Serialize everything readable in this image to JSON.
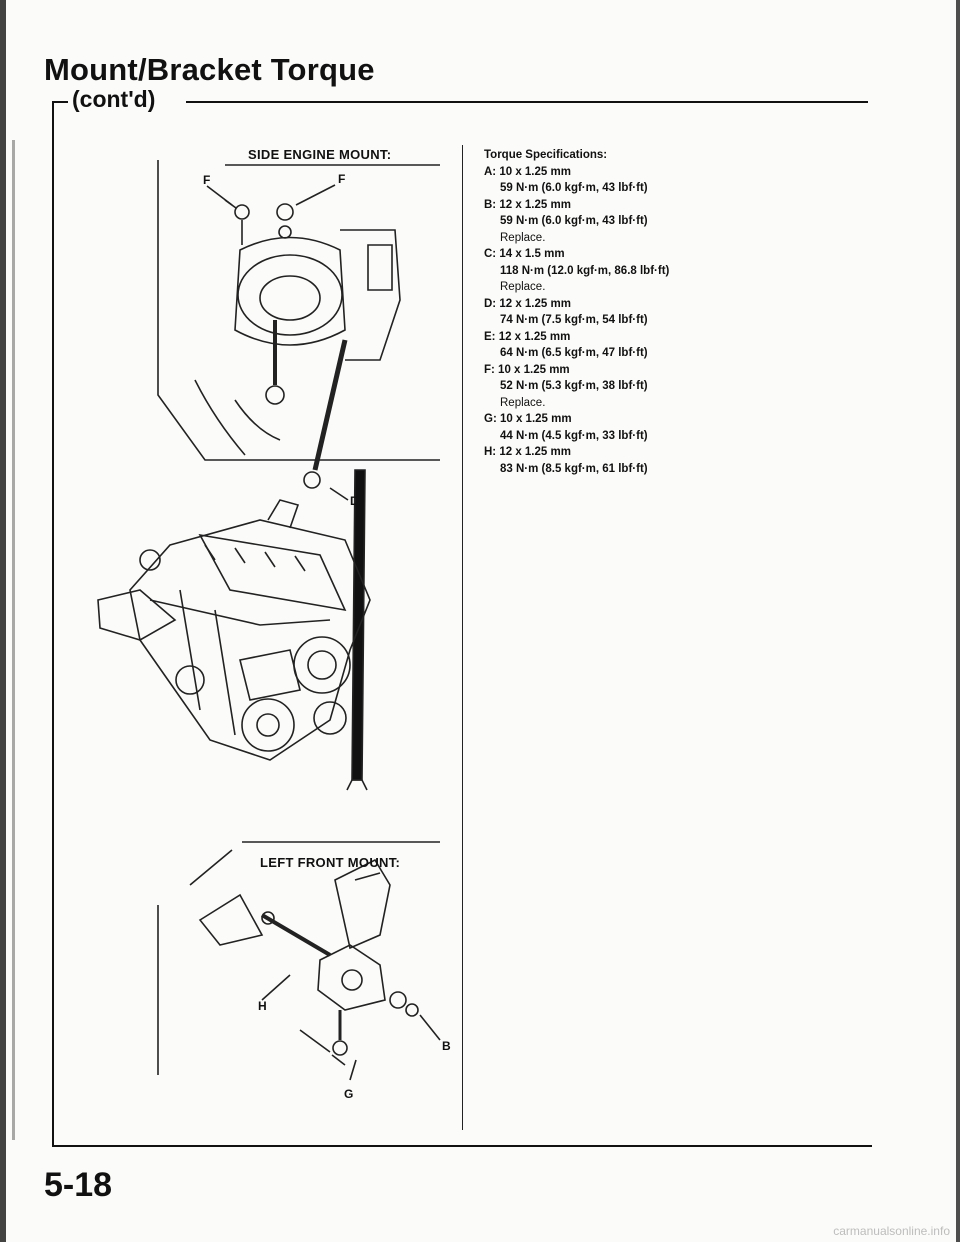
{
  "header": {
    "title": "Mount/Bracket Torque",
    "subtitle": "(cont'd)"
  },
  "diagrams": {
    "side_engine_mount": "SIDE ENGINE MOUNT:",
    "left_front_mount": "LEFT FRONT MOUNT:",
    "callouts": {
      "f1": "F",
      "f2": "F",
      "d": "D",
      "h": "H",
      "b": "B",
      "g": "G"
    }
  },
  "specs": {
    "title": "Torque Specifications:",
    "items": [
      {
        "size": "A: 10 x 1.25 mm",
        "torque": "59 N·m (6.0 kgf·m, 43 lbf·ft)",
        "note": ""
      },
      {
        "size": "B: 12 x 1.25 mm",
        "torque": "59 N·m (6.0 kgf·m, 43 lbf·ft)",
        "note": "Replace."
      },
      {
        "size": "C: 14 x 1.5 mm",
        "torque": "118 N·m (12.0 kgf·m, 86.8 lbf·ft)",
        "note": "Replace."
      },
      {
        "size": "D: 12 x 1.25 mm",
        "torque": "74 N·m (7.5 kgf·m, 54 lbf·ft)",
        "note": ""
      },
      {
        "size": "E: 12 x 1.25 mm",
        "torque": "64 N·m (6.5 kgf·m, 47 lbf·ft)",
        "note": ""
      },
      {
        "size": "F: 10 x 1.25 mm",
        "torque": "52 N·m (5.3 kgf·m, 38 lbf·ft)",
        "note": "Replace."
      },
      {
        "size": "G: 10 x 1.25 mm",
        "torque": "44 N·m (4.5 kgf·m, 33 lbf·ft)",
        "note": ""
      },
      {
        "size": "H: 12 x 1.25 mm",
        "torque": "83 N·m (8.5 kgf·m, 61 lbf·ft)",
        "note": ""
      }
    ]
  },
  "footer": {
    "page_number": "5-18",
    "watermark": "carmanualsonline.info"
  }
}
